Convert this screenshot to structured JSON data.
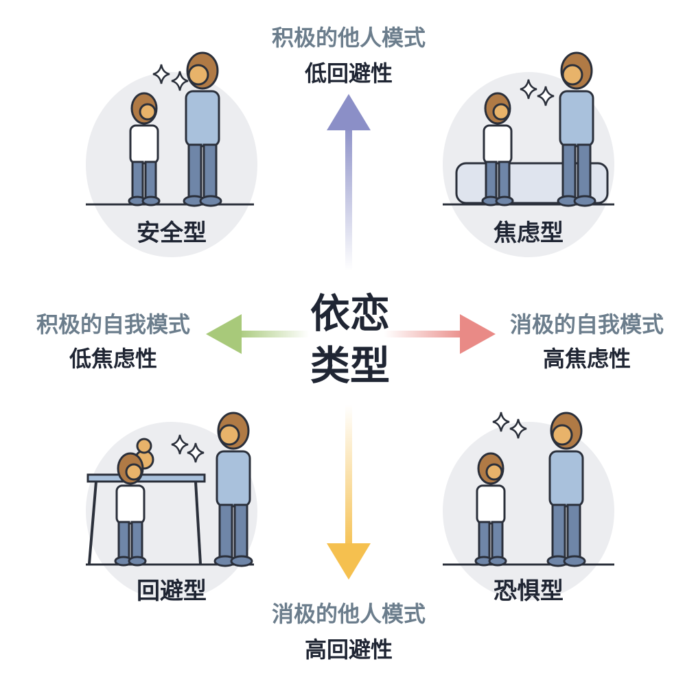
{
  "center_title": {
    "line1": "依恋",
    "line2": "类型"
  },
  "axes": {
    "top": {
      "sub": "积极的他人模式",
      "main": "低回避性",
      "color": "#8b8fc7"
    },
    "bottom": {
      "sub": "消极的他人模式",
      "main": "高回避性",
      "color": "#f5c04f"
    },
    "left": {
      "sub": "积极的自我模式",
      "main": "低焦虑性",
      "color": "#a8c97a"
    },
    "right": {
      "sub": "消极的自我模式",
      "main": "高焦虑性",
      "color": "#e98a86"
    }
  },
  "quadrants": [
    {
      "label": "安全型"
    },
    {
      "label": "焦虑型"
    },
    {
      "label": "回避型"
    },
    {
      "label": "恐惧型"
    }
  ],
  "colors": {
    "circle": "#ecedf0",
    "shirt_adult": "#a9c1dc",
    "pants": "#6f86a8",
    "skin": "#e8b36a",
    "hair": "#b07a45",
    "outline": "#2a2f3a"
  }
}
